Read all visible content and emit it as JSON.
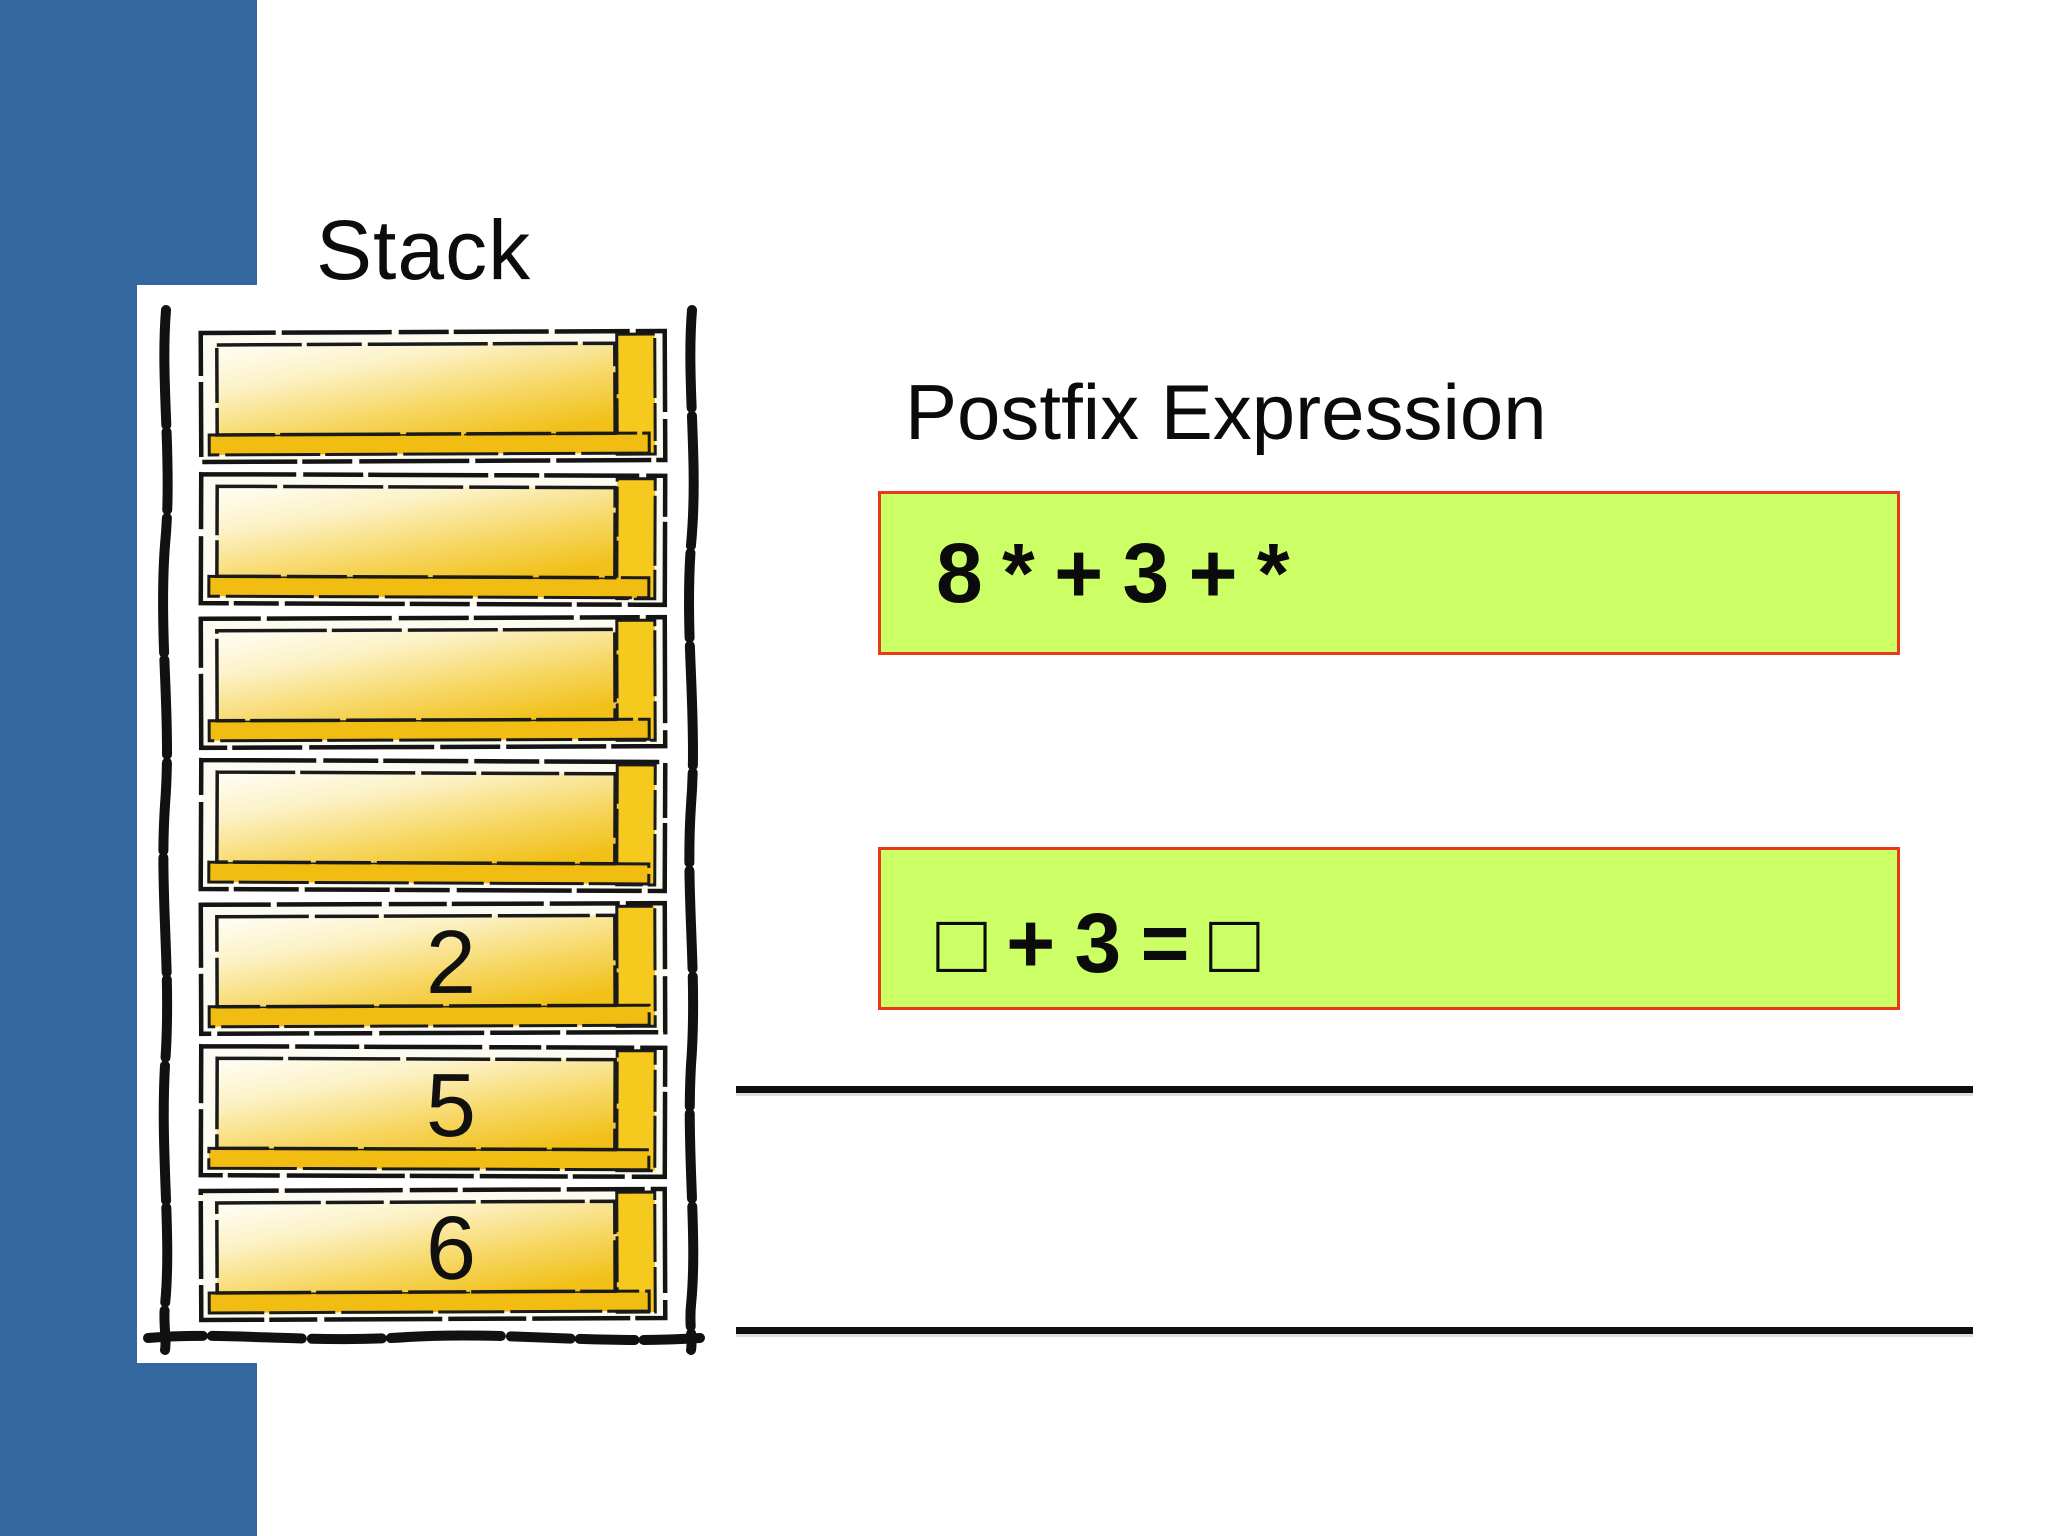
{
  "slide": {
    "background_color": "#ffffff",
    "accent_bar_color": "#33679e"
  },
  "stack": {
    "label": "Stack",
    "slot_count": 7,
    "slots": [
      {
        "value": ""
      },
      {
        "value": ""
      },
      {
        "value": ""
      },
      {
        "value": ""
      },
      {
        "value": "2"
      },
      {
        "value": "5"
      },
      {
        "value": "6"
      }
    ],
    "slot_fill_gold": "#f2c31c",
    "slot_outline_color": "#141414"
  },
  "postfix": {
    "title": "Postfix Expression",
    "expression": "8 * + 3 + *",
    "equation": "□ + 3 = □",
    "box_fill": "#ccff66",
    "box_border_color": "#e8391a"
  },
  "dividers": {
    "count": 2,
    "color": "#0e0e0e"
  }
}
